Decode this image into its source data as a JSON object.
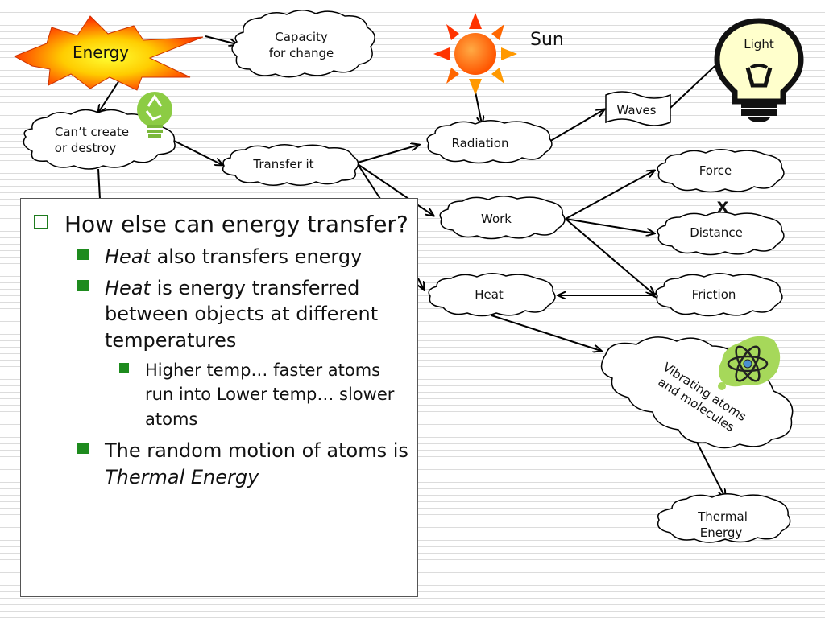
{
  "nodes": {
    "energy": "Energy",
    "capacity": [
      "Capacity",
      "for change"
    ],
    "cant_create": [
      "Can’t create",
      "or destroy"
    ],
    "transfer": "Transfer it",
    "radiation": "Radiation",
    "sun": "Sun",
    "waves": "Waves",
    "light": "Light",
    "work": "Work",
    "force": "Force",
    "times": "X",
    "distance": "Distance",
    "heat": "Heat",
    "friction": "Friction",
    "vibrating": [
      "Vibrating atoms",
      "and molecules"
    ],
    "thermal": [
      "Thermal",
      "Energy"
    ]
  },
  "icons": {
    "recycle_bulb": "recycle-lightbulb-icon",
    "sun": "sun-icon",
    "light_bulb": "lightbulb-icon",
    "atom": "atom-icon"
  },
  "colors": {
    "bullet_green": "#1e8b1e",
    "energy_burst_outer": "#ff2a00",
    "energy_burst_inner": "#ffee00",
    "sun_core": "#ff6600",
    "sun_rays": "#ff9900"
  },
  "slide": {
    "question": "How else can energy transfer?",
    "p1_em": "Heat",
    "p1_rest": " also transfers energy",
    "p2_em": "Heat",
    "p2_rest": " is energy transferred between objects at different temperatures",
    "p3": "Higher temp… faster atoms run into Lower temp… slower atoms",
    "p4_pre": "The random motion of atoms is ",
    "p4_em": "Thermal Energy"
  }
}
